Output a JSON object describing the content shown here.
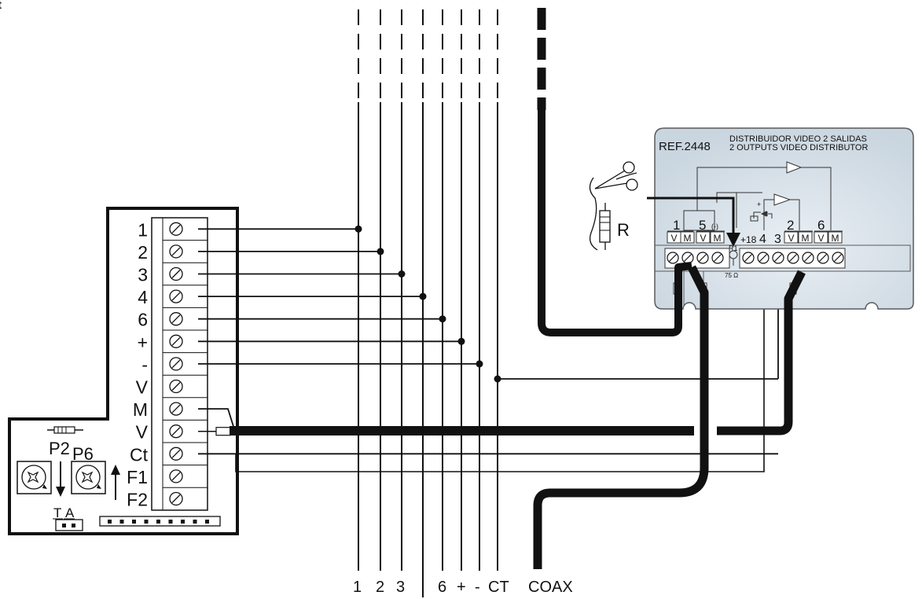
{
  "corner_label": "t",
  "terminal_block": {
    "labels": [
      "1",
      "2",
      "3",
      "4",
      "6",
      "+",
      "-",
      "V",
      "M",
      "V",
      "Ct",
      "F1",
      "F2"
    ]
  },
  "board": {
    "potentiometer_left": "P2",
    "potentiometer_right": "P6",
    "jumper_labels": [
      "T",
      "A"
    ]
  },
  "cut_resistor_label": "R",
  "distributor": {
    "ref": "REF.2448",
    "title_es": "DISTRIBUIDOR VIDEO 2 SALIDAS",
    "title_en": "2 OUTPUTS VIDEO DISTRIBUTOR",
    "output_numbers": [
      "1",
      "5",
      "2",
      "6"
    ],
    "minus_mark": "(-)",
    "vm_labels": [
      "V",
      "M",
      "V",
      "M",
      "V",
      "M",
      "V",
      "M"
    ],
    "terminal_labels": [
      "+18",
      "4",
      "3"
    ],
    "r1_label": "R1",
    "ohm_label": "75 Ω",
    "plus_mark": "+",
    "colors": {
      "panel": "#d3dde6",
      "border": "#5a5a5a"
    }
  },
  "bottom_labels": [
    "1",
    "2",
    "3",
    "6",
    "+",
    "-",
    "CT",
    "COAX"
  ]
}
